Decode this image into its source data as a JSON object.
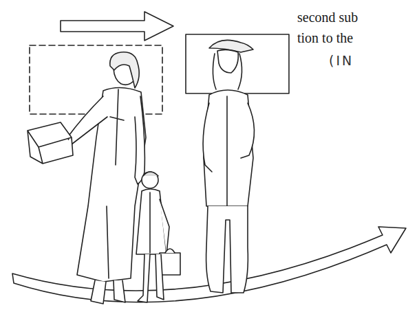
{
  "diagram": {
    "labels": [
      "second sub",
      "tion to the",
      "(IN"
    ]
  }
}
